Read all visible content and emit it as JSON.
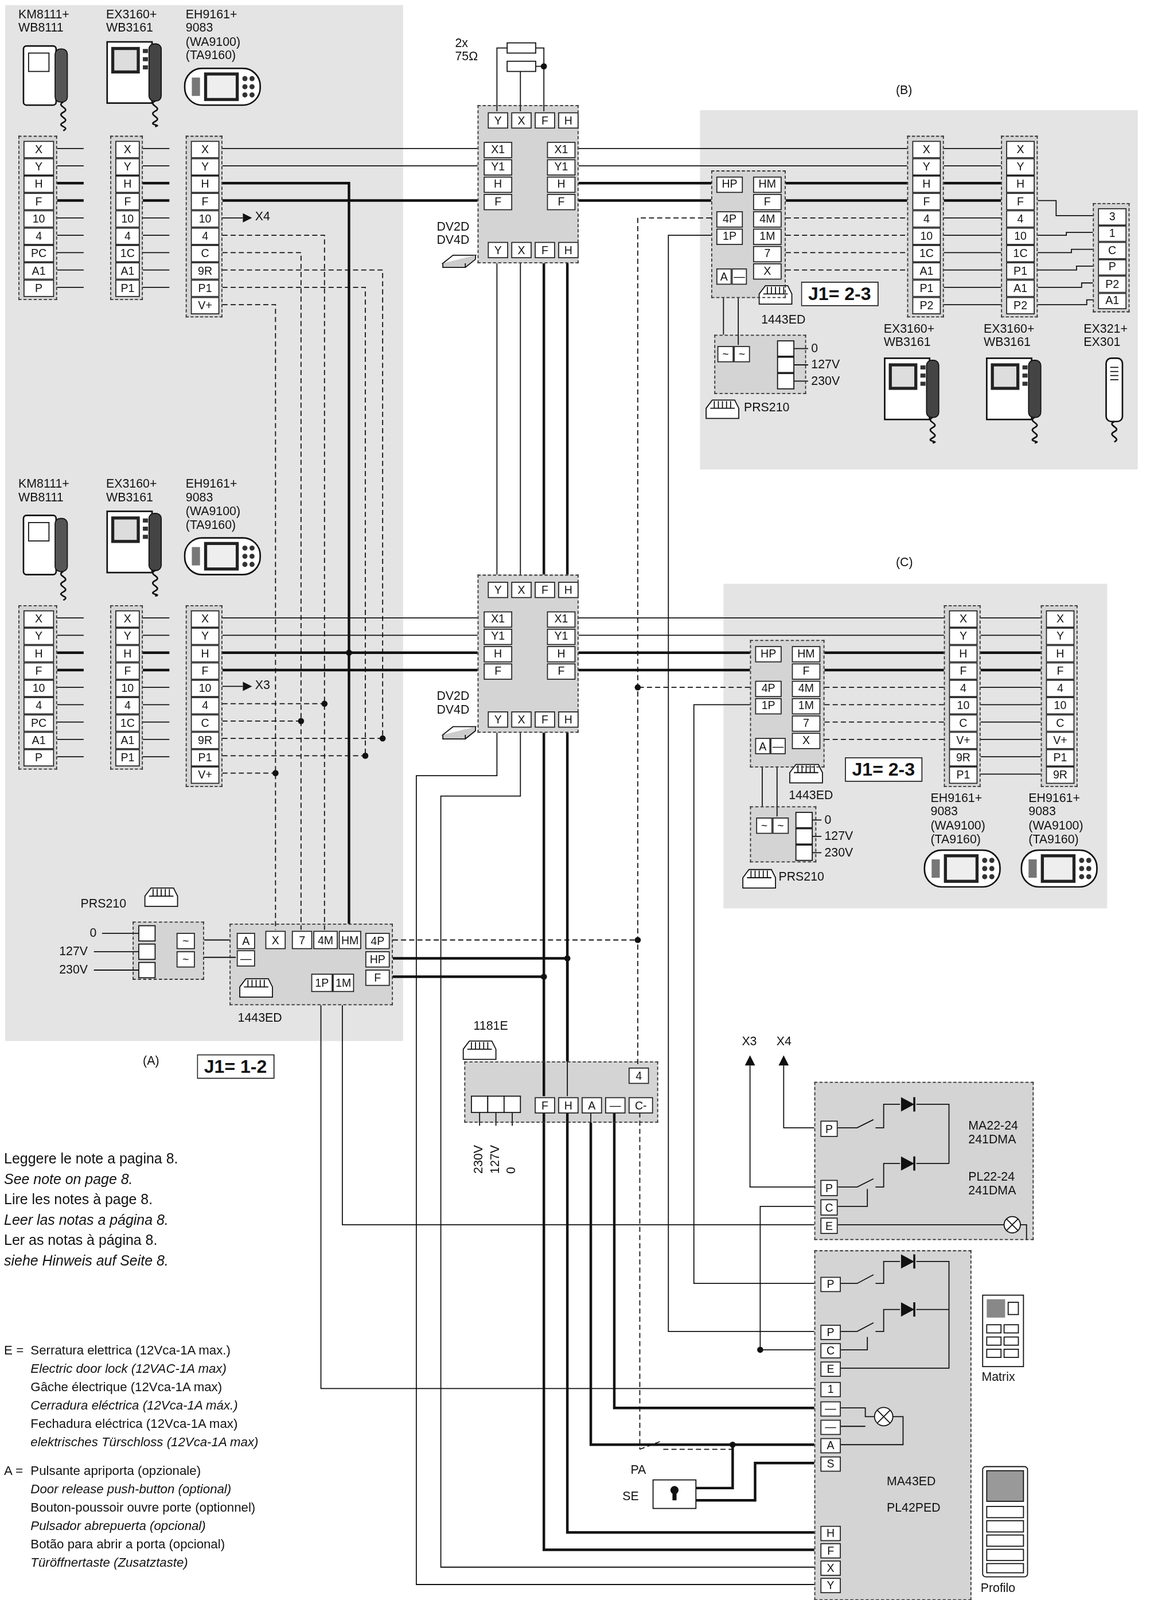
{
  "diagram": {
    "nodes": [
      {
        "text": [
          "(A)"
        ]
      },
      {
        "text": [
          "X",
          "Y",
          "H",
          "F",
          "10",
          "4",
          "PC",
          "A1",
          "P"
        ],
        "in": 0
      },
      {
        "text": [
          "X",
          "Y",
          "H",
          "F",
          "10",
          "4",
          "1C",
          "A1",
          "P1"
        ],
        "in": 0
      },
      {
        "text": [
          "X",
          "Y",
          "H",
          "F",
          "10",
          "4",
          "C",
          "9R",
          "P1",
          "V+"
        ],
        "in": 0
      },
      {
        "text": [
          "X",
          "Y",
          "H",
          "F",
          "10",
          "4",
          "PC",
          "A1",
          "P"
        ],
        "in": 0
      },
      {
        "text": [
          "X",
          "Y",
          "H",
          "F",
          "10",
          "4",
          "1C",
          "A1",
          "P1"
        ],
        "in": 0
      },
      {
        "text": [
          "X",
          "Y",
          "H",
          "F",
          "10",
          "4",
          "C",
          "9R",
          "P1",
          "V+"
        ],
        "in": 0
      },
      {
        "text": [
          "PRS210",
          "~",
          "~"
        ],
        "in": 0
      },
      {
        "text": [
          "1443ED",
          "A",
          "—",
          "X",
          "7",
          "4M",
          "HM",
          "4P",
          "HP",
          "F",
          "1P",
          "1M"
        ],
        "in": 0
      },
      {
        "text": [
          "Y",
          "X",
          "F",
          "H",
          "X1",
          "Y1",
          "H",
          "F",
          "X1",
          "Y1",
          "H",
          "F",
          "Y",
          "X",
          "F",
          "H"
        ]
      },
      {
        "text": [
          "Y",
          "X",
          "F",
          "H",
          "X1",
          "Y1",
          "H",
          "F",
          "X1",
          "Y1",
          "H",
          "F",
          "Y",
          "X",
          "F",
          "H"
        ]
      },
      {
        "text": [
          "(B)"
        ]
      },
      {
        "text": [
          "1443ED",
          "HP",
          "4P",
          "1P",
          "A",
          "—",
          "HM",
          "F",
          "4M",
          "1M",
          "7",
          "X"
        ],
        "in": 11
      },
      {
        "text": [
          "PRS210",
          "~",
          "~"
        ],
        "in": 11
      },
      {
        "text": [
          "X",
          "Y",
          "H",
          "F",
          "4",
          "10",
          "1C",
          "A1",
          "P1",
          "P2"
        ],
        "in": 11
      },
      {
        "text": [
          "X",
          "Y",
          "H",
          "F",
          "4",
          "10",
          "1C",
          "P1",
          "A1",
          "P2"
        ],
        "in": 11
      },
      {
        "text": [
          "3",
          "1",
          "C",
          "P",
          "P2",
          "A1"
        ],
        "in": 11
      },
      {
        "text": [
          "(C)"
        ]
      },
      {
        "text": [
          "1443ED",
          "HP",
          "4P",
          "1P",
          "A",
          "—",
          "HM",
          "F",
          "4M",
          "1M",
          "7",
          "X"
        ],
        "in": 17
      },
      {
        "text": [
          "PRS210",
          "~",
          "~"
        ],
        "in": 17
      },
      {
        "text": [
          "X",
          "Y",
          "H",
          "F",
          "4",
          "10",
          "C",
          "V+",
          "9R",
          "P1"
        ],
        "in": 17
      },
      {
        "text": [
          "X",
          "Y",
          "H",
          "F",
          "4",
          "10",
          "C",
          "V+",
          "P1",
          "9R"
        ],
        "in": 17
      },
      {
        "text": [
          "1181E",
          "4",
          "F",
          "H",
          "A",
          "—",
          "C-"
        ]
      },
      {
        "text": [
          "MA22-24 241DMA",
          "PL22-24 241DMA",
          "P",
          "P",
          "C",
          "E"
        ]
      },
      {
        "text": [
          "MA43ED",
          "PL42PED",
          "P",
          "P",
          "C",
          "E",
          "1",
          "—",
          "—",
          "A",
          "S",
          "H",
          "F",
          "X",
          "Y"
        ]
      }
    ],
    "edges": [
      {
        "from": 3,
        "to": 9,
        "arrow": "none"
      },
      {
        "from": 3,
        "to": 8,
        "arrow": "none"
      },
      {
        "from": 6,
        "to": 10,
        "arrow": "none"
      },
      {
        "from": 9,
        "to": 10,
        "arrow": "none"
      },
      {
        "from": 9,
        "to": 14,
        "arrow": "none"
      },
      {
        "from": 9,
        "to": 12,
        "arrow": "none"
      },
      {
        "from": 12,
        "to": 14,
        "arrow": "none"
      },
      {
        "from": 14,
        "to": 15,
        "arrow": "none"
      },
      {
        "from": 15,
        "to": 16,
        "arrow": "none"
      },
      {
        "from": 13,
        "to": 12,
        "arrow": "none"
      },
      {
        "from": 10,
        "to": 20,
        "arrow": "none"
      },
      {
        "from": 10,
        "to": 18,
        "arrow": "none"
      },
      {
        "from": 18,
        "to": 20,
        "arrow": "none"
      },
      {
        "from": 20,
        "to": 21,
        "arrow": "none"
      },
      {
        "from": 19,
        "to": 18,
        "arrow": "none"
      },
      {
        "from": 7,
        "to": 8,
        "arrow": "none"
      },
      {
        "from": 8,
        "to": 22,
        "arrow": "none"
      },
      {
        "from": 10,
        "to": 22,
        "arrow": "none"
      },
      {
        "from": 22,
        "to": 24,
        "arrow": "none"
      },
      {
        "from": 8,
        "to": 24,
        "arrow": "none"
      },
      {
        "from": 23,
        "to": 8,
        "arrow": "none"
      },
      {
        "from": 10,
        "to": 24,
        "arrow": "none"
      },
      {
        "from": 12,
        "to": 24,
        "arrow": "none"
      },
      {
        "from": 18,
        "to": 24,
        "arrow": "none"
      }
    ],
    "labels": [
      "KM8111+ WB8111",
      "EX3160+ WB3161",
      "EH9161+ 9083 (WA9100) (TA9160)",
      "KM8111+ WB8111",
      "EX3160+ WB3161",
      "EH9161+ 9083 (WA9100) (TA9160)",
      "X4",
      "X3",
      "2x 75Ω",
      "DV2D DV4D",
      "DV2D DV4D",
      "J1= 1-2",
      "J1= 2-3",
      "J1= 2-3",
      "0",
      "127V",
      "230V",
      "0",
      "127V",
      "230V",
      "0",
      "127V",
      "230V",
      "EX3160+ WB3161",
      "EX3160+ WB3161",
      "EX321+ EX301",
      "EH9161+ 9083 (WA9100) (TA9160)",
      "EH9161+ 9083 (WA9100) (TA9160)",
      "230V",
      "127V",
      "0",
      "X3",
      "X4",
      "Matrix",
      "Profilo",
      "PA",
      "SE",
      "Leggere le note a pagina 8.",
      "See note on page 8.",
      "Lire les notes à page 8.",
      "Leer las notas a página 8.",
      "Ler as notas à página 8.",
      "siehe Hinweis auf Seite 8.",
      "E =",
      "Serratura elettrica (12Vca-1A max.)",
      "Electric door lock (12VAC-1A max)",
      "Gâche électrique (12Vca-1A max)",
      "Cerradura eléctrica (12Vca-1A máx.)",
      "Fechadura eléctrica (12Vca-1A max)",
      "elektrisches Türschloss (12Vca-1A max)",
      "A =",
      "Pulsante apriporta (opzionale)",
      "Door release push-button (optional)",
      "Bouton-poussoir ouvre porte (optionnel)",
      "Pulsador abrepuerta (opcional)",
      "Botão para abrir a porta (opcional)",
      "Türöffnertaste (Zusatztaste)"
    ]
  }
}
